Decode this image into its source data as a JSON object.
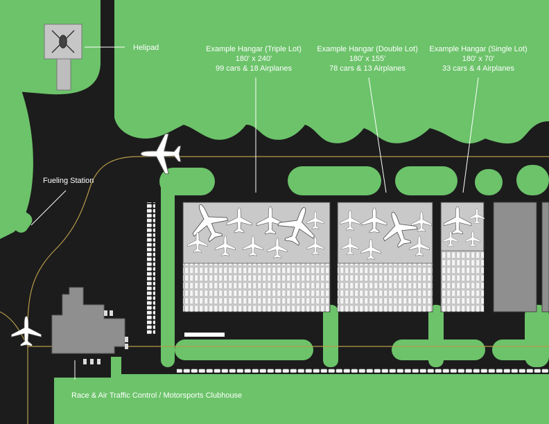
{
  "colors": {
    "tarmac": "#1c1c1c",
    "grass": "#6cc36a",
    "grass_edge": "#3f8a3c",
    "building": "#8f8f8f",
    "hangar_floor": "#c9c9c9",
    "centerline": "#b89a4a",
    "label": "#ffffff"
  },
  "labels": {
    "helipad": "Helipad",
    "fueling": "Fueling Station",
    "clubhouse": "Race & Air Traffic Control / Motorsports Clubhouse",
    "hangar_triple": [
      "Example Hangar (Triple Lot)",
      "180' x 240'",
      "99 cars & 18 Airplanes"
    ],
    "hangar_double": [
      "Example Hangar (Double Lot)",
      "180' x 155'",
      "78 cars & 13 Airplanes"
    ],
    "hangar_single": [
      "Example Hangar (Single Lot)",
      "180' x 70'",
      "33 cars & 4 Airplanes"
    ]
  },
  "icons": {
    "helipad": "helipad-icon",
    "plane": "airplane-icon",
    "car": "car-icon"
  }
}
